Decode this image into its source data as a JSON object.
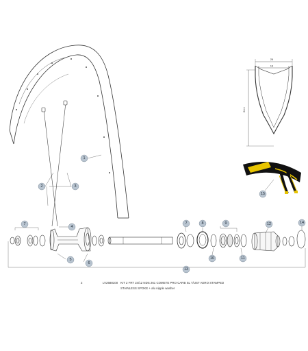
{
  "profile": {
    "width_outer": "26",
    "width_inner": "19",
    "depth": "64.1"
  },
  "callouts": [
    "1",
    "2",
    "3",
    "4",
    "5",
    "6",
    "7",
    "7",
    "8",
    "9",
    "10",
    "11",
    "12",
    "13",
    "14",
    "15"
  ],
  "parts_table": {
    "item_no": "2",
    "code": "LV2688100",
    "description": "KIT 2 FRT 24/12 NDS 261 COMETE PRO CARB SL T/UST AERO STAMPED",
    "description_line2": "STAINLESS SPOKE + alu nipple washer"
  },
  "colors": {
    "callout_fill": "#b8c4d0",
    "line": "#333333",
    "tire_yellow": "#e8c400",
    "tire_black": "#111111"
  }
}
